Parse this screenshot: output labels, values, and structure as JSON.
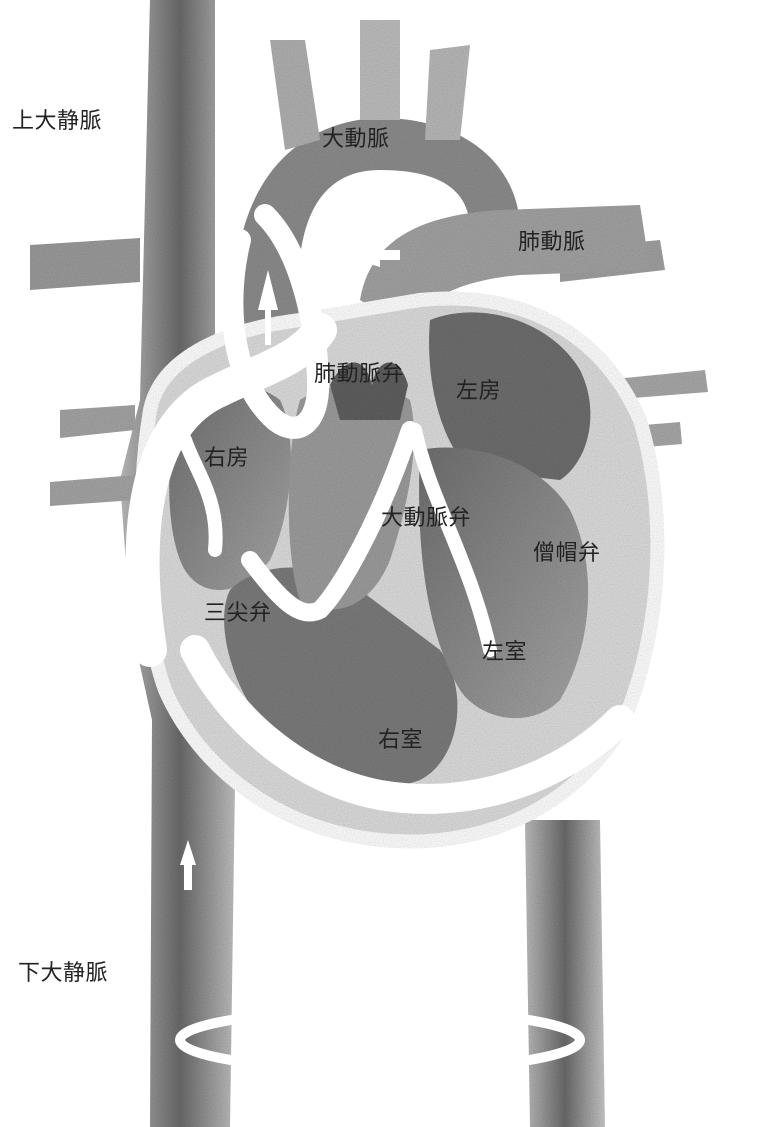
{
  "labels": {
    "superior_vena_cava": "上大静脈",
    "inferior_vena_cava": "下大静脈",
    "aorta": "大動脈",
    "pulmonary_artery": "肺動脈",
    "pulmonary_valve": "肺動脈弁",
    "left_atrium": "左房",
    "right_atrium": "右房",
    "aortic_valve": "大動脈弁",
    "mitral_valve": "僧帽弁",
    "tricuspid_valve": "三尖弁",
    "left_ventricle": "左室",
    "right_ventricle": "右室"
  },
  "colors": {
    "background": "#ffffff",
    "shade_dark": "#5a5a5a",
    "shade_mid": "#8a8a8a",
    "shade_light": "#c4c4c4",
    "label_text": "#222222"
  }
}
